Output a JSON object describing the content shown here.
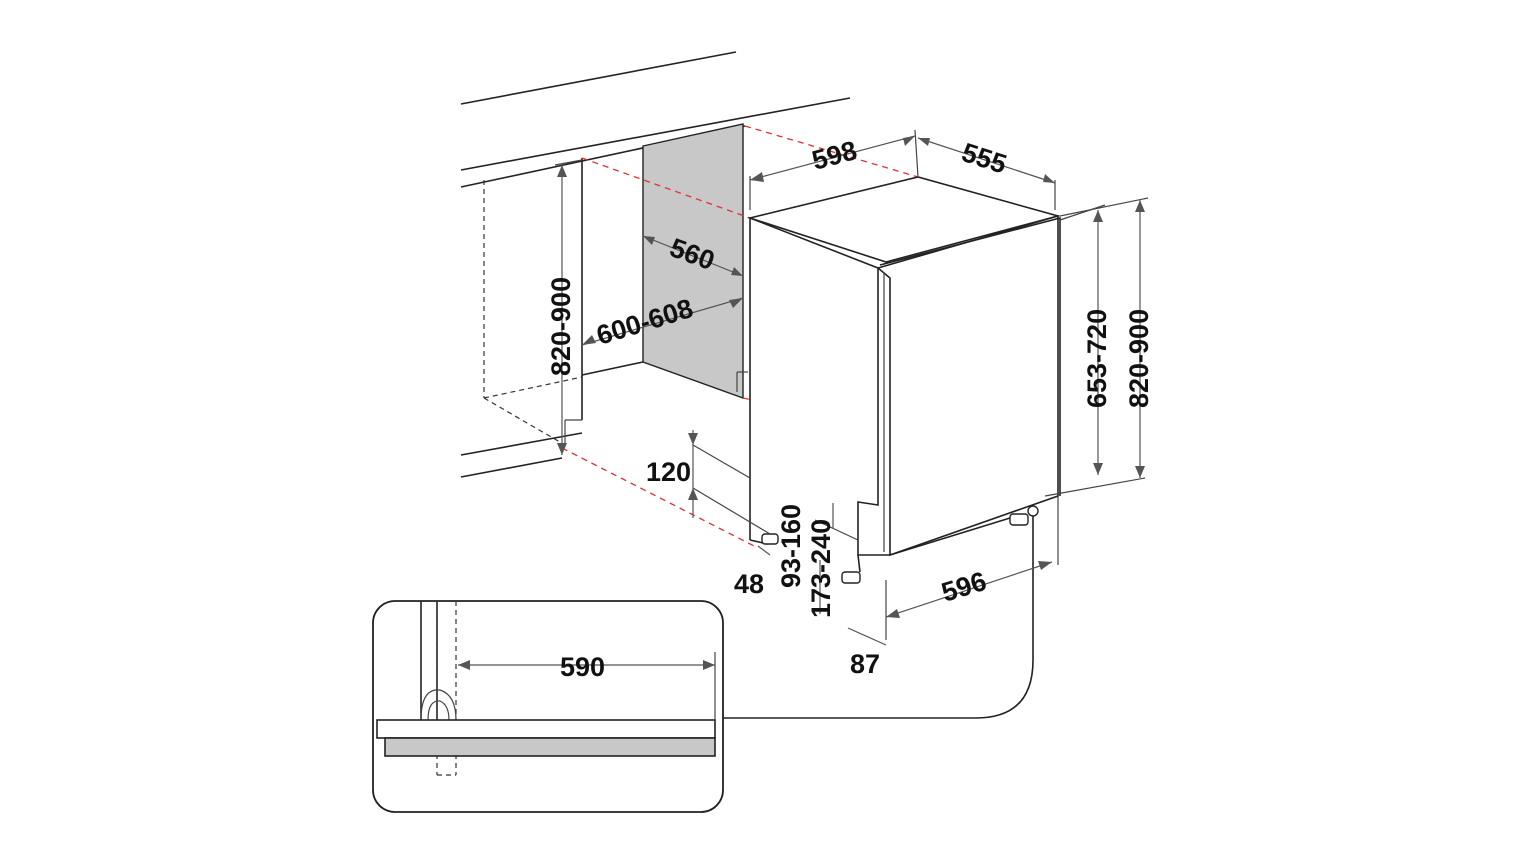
{
  "colors": {
    "line": "#222222",
    "red_dashed": "#e03131",
    "niche_panel": "#c8c8c8",
    "plinth": "#c8c8c8",
    "background": "#ffffff"
  },
  "dimensions": {
    "appliance_width": "598",
    "appliance_depth": "555",
    "niche_depth": "560",
    "niche_width": "600-608",
    "niche_height": "820-900",
    "door_height": "653-720",
    "total_height": "820-900",
    "plinth_height": "120",
    "plinth_setback": "48",
    "foot_range_a": "93-160",
    "foot_range_b": "173-240",
    "door_depth": "596",
    "toe_kick": "87",
    "inset_width": "590"
  }
}
